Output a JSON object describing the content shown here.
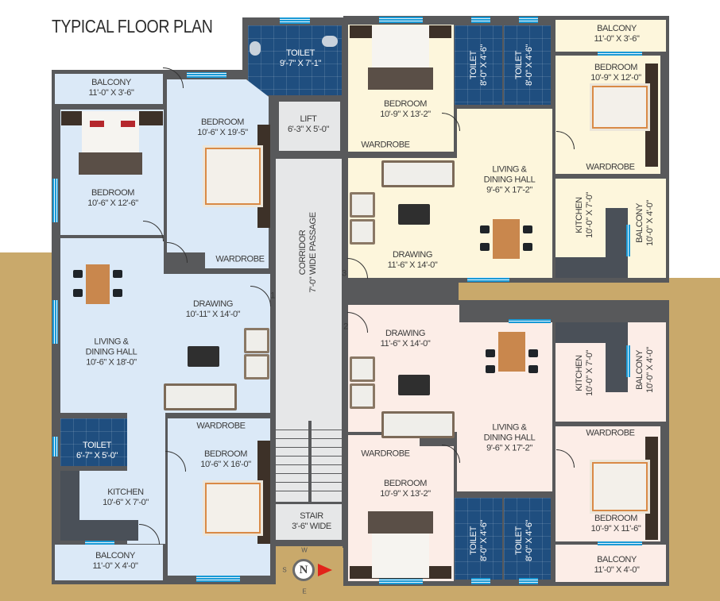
{
  "title": "TYPICAL FLOOR PLAN",
  "colors": {
    "ground": "#c9a96b",
    "wall": "#58595b",
    "unit_left": "#dbe9f7",
    "unit_top_right": "#fdf6dc",
    "unit_bottom_right": "#fcede7",
    "toilet_tile": "#1f4e7f",
    "window": "#1a9ad6",
    "compass_arrow": "#e2231a"
  },
  "left_unit": {
    "toilet": {
      "name": "TOILET",
      "size": "9'-7\" X 7'-1\""
    },
    "balcony_top": {
      "name": "BALCONY",
      "size": "11'-0\" X 3'-6\""
    },
    "bedroom_center": {
      "name": "BEDROOM",
      "size": "10'-6\" X 19'-5\""
    },
    "bedroom_left": {
      "name": "BEDROOM",
      "size": "10'-6\" X 12'-6\""
    },
    "wardrobe_top": {
      "name": "WARDROBE"
    },
    "drawing": {
      "name": "DRAWING",
      "size": "10'-11\" X 14'-0\""
    },
    "living": {
      "name1": "LIVING &",
      "name2": "DINING HALL",
      "size": "10'-6\" X 18'-0\""
    },
    "wardrobe_bottom": {
      "name": "WARDROBE"
    },
    "bedroom_bottom": {
      "name": "BEDROOM",
      "size": "10'-6\" X 16'-0\""
    },
    "toilet_small": {
      "name": "TOILET",
      "size": "6'-7\" X 5'-0\""
    },
    "kitchen": {
      "name": "KITCHEN",
      "size": "10'-6\" X 7'-0\""
    },
    "balcony_bottom": {
      "name": "BALCONY",
      "size": "11'-0\" X 4'-0\""
    }
  },
  "core": {
    "lift": {
      "name": "LIFT",
      "size": "6'-3\" X 5'-0\""
    },
    "corridor": {
      "name": "CORRIDOR",
      "size": "7'-0\" WIDE PASSAGE"
    },
    "stair": {
      "name": "STAIR",
      "size": "3'-6\" WIDE"
    },
    "doors": [
      "1",
      "2",
      "3"
    ],
    "compass": {
      "center": "N",
      "top": "W",
      "left": "S",
      "bottom": "E"
    }
  },
  "top_right_unit": {
    "bedroom_left": {
      "name": "BEDROOM",
      "size": "10'-9\" X 13'-2\""
    },
    "wardrobe_left": {
      "name": "WARDROBE"
    },
    "toilet_a": {
      "name": "TOILET",
      "size": "8'-0\" X 4'-6\""
    },
    "toilet_b": {
      "name": "TOILET",
      "size": "8'-0\" X 4'-6\""
    },
    "balcony_top": {
      "name": "BALCONY",
      "size": "11'-0\" X 3'-6\""
    },
    "bedroom_right": {
      "name": "BEDROOM",
      "size": "10'-9\" X 12'-0\""
    },
    "wardrobe_right": {
      "name": "WARDROBE"
    },
    "living": {
      "name1": "LIVING &",
      "name2": "DINING HALL",
      "size": "9'-6\" X 17'-2\""
    },
    "kitchen": {
      "name": "KITCHEN",
      "size": "10'-0\" X 7'-0\""
    },
    "balcony_side": {
      "name": "BALCONY",
      "size": "10'-0\" X 4'-0\""
    },
    "drawing": {
      "name": "DRAWING",
      "size": "11'-6\" X 14'-0\""
    }
  },
  "bottom_right_unit": {
    "drawing": {
      "name": "DRAWING",
      "size": "11'-6\" X 14'-0\""
    },
    "living": {
      "name1": "LIVING &",
      "name2": "DINING HALL",
      "size": "9'-6\" X 17'-2\""
    },
    "kitchen": {
      "name": "KITCHEN",
      "size": "10'-0\" X 7'-0\""
    },
    "balcony_side": {
      "name": "BALCONY",
      "size": "10'-0\" X 4'-0\""
    },
    "wardrobe_right": {
      "name": "WARDROBE"
    },
    "wardrobe_left": {
      "name": "WARDROBE"
    },
    "bedroom_left": {
      "name": "BEDROOM",
      "size": "10'-9\" X 13'-2\""
    },
    "toilet_a": {
      "name": "TOILET",
      "size": "8'-0\" X 4'-6\""
    },
    "toilet_b": {
      "name": "TOILET",
      "size": "8'-0\" X 4'-6\""
    },
    "bedroom_right": {
      "name": "BEDROOM",
      "size": "10'-9\" X 11'-6\""
    },
    "balcony_bottom": {
      "name": "BALCONY",
      "size": "11'-0\" X 4'-0\""
    }
  }
}
